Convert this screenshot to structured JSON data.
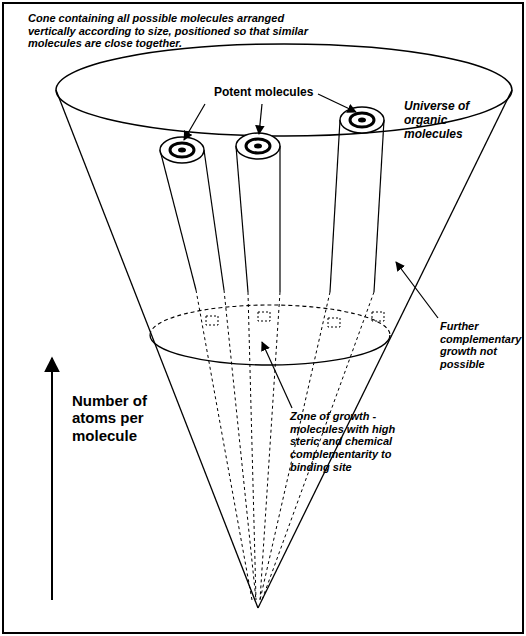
{
  "diagram": {
    "labels": [
      "Cone containing all possible molecules arranged vertically according to size, positioned so that similar molecules are close together.",
      "Potent molecules",
      "Universe of organic molecules",
      "Number of atoms per molecule",
      "Further complementary growth not possible",
      "Zone of growth - molecules with high steric and chemical complementarity to binding site"
    ]
  }
}
